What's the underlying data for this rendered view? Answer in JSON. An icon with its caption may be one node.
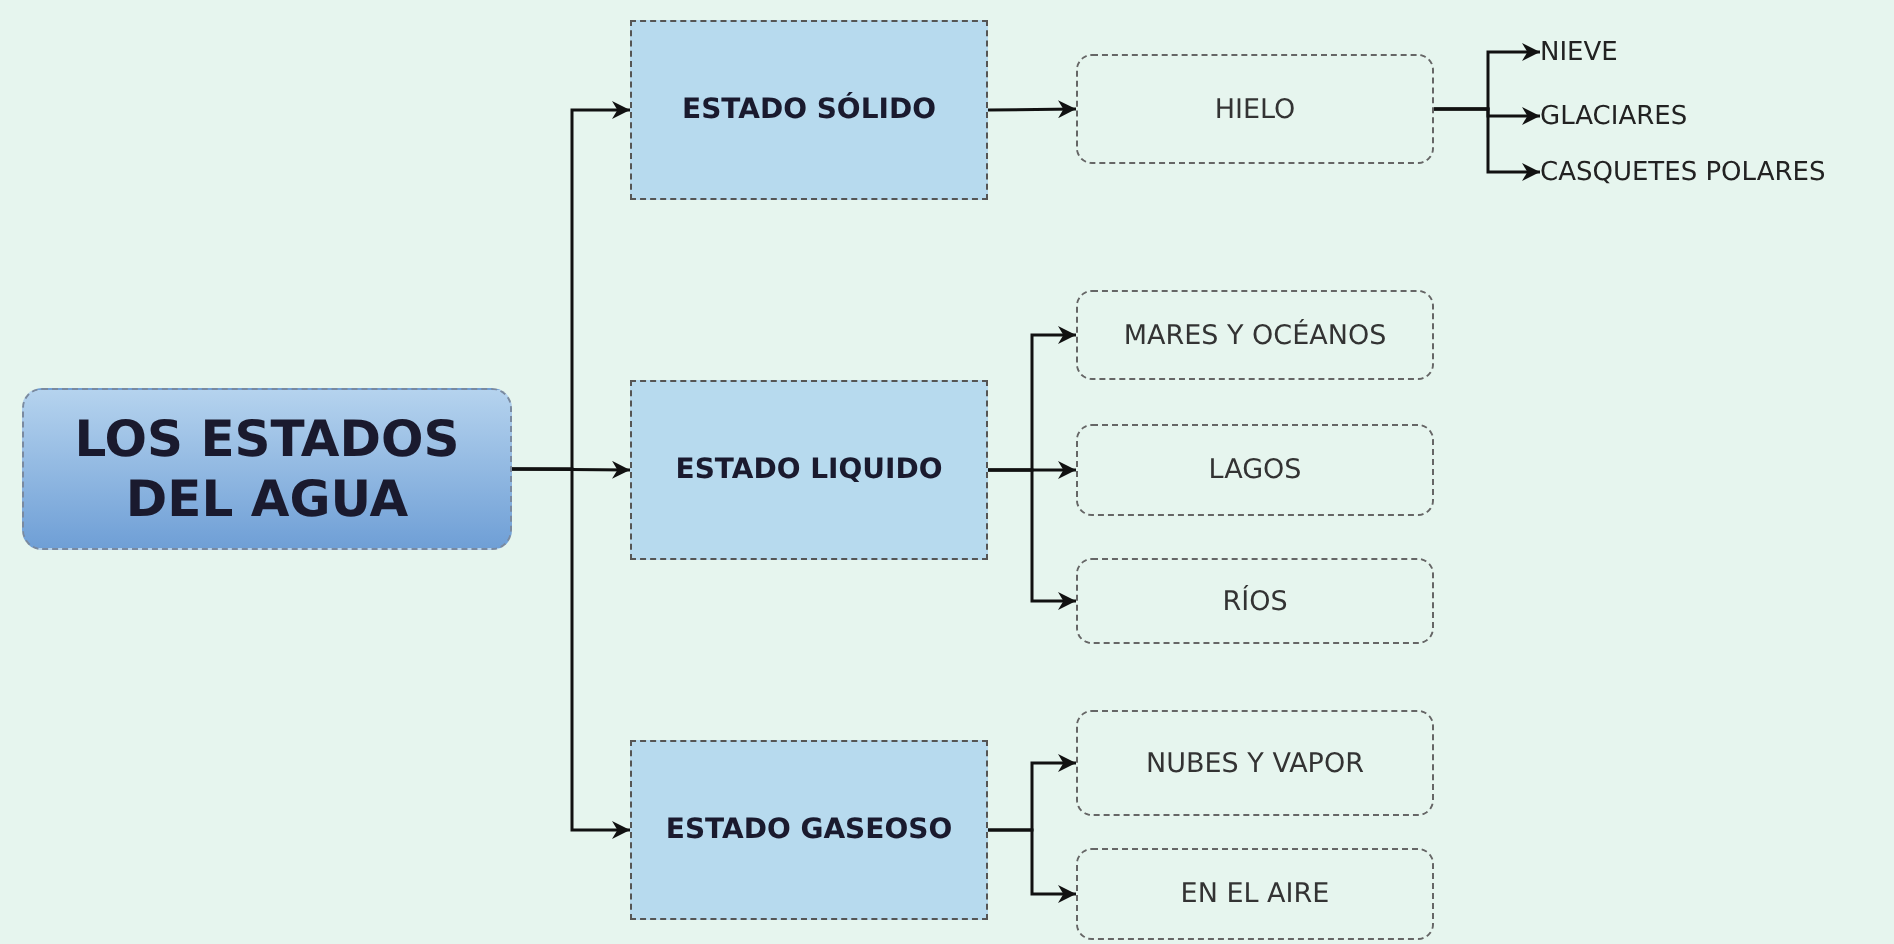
{
  "diagram": {
    "nodes": [
      {
        "text": [
          "LOS ESTADOS DEL AGUA"
        ]
      },
      {
        "text": [
          "ESTADO SÓLIDO"
        ]
      },
      {
        "text": [
          "HIELO"
        ]
      },
      {
        "text": [
          "NIEVE"
        ]
      },
      {
        "text": [
          "GLACIARES"
        ]
      },
      {
        "text": [
          "CASQUETES POLARES"
        ]
      },
      {
        "text": [
          "ESTADO LIQUIDO"
        ]
      },
      {
        "text": [
          "MARES Y OCÉANOS"
        ]
      },
      {
        "text": [
          "LAGOS"
        ]
      },
      {
        "text": [
          "RÍOS"
        ]
      },
      {
        "text": [
          "ESTADO GASEOSO"
        ]
      },
      {
        "text": [
          "NUBES Y VAPOR"
        ]
      },
      {
        "text": [
          "EN EL AIRE"
        ]
      }
    ],
    "edges": [
      {
        "from": 0,
        "to": 1,
        "arrow": "to"
      },
      {
        "from": 0,
        "to": 6,
        "arrow": "to"
      },
      {
        "from": 0,
        "to": 10,
        "arrow": "to"
      },
      {
        "from": 1,
        "to": 2,
        "arrow": "to"
      },
      {
        "from": 2,
        "to": 3,
        "arrow": "to"
      },
      {
        "from": 2,
        "to": 4,
        "arrow": "to"
      },
      {
        "from": 2,
        "to": 5,
        "arrow": "to"
      },
      {
        "from": 6,
        "to": 7,
        "arrow": "to"
      },
      {
        "from": 6,
        "to": 8,
        "arrow": "to"
      },
      {
        "from": 6,
        "to": 9,
        "arrow": "to"
      },
      {
        "from": 10,
        "to": 11,
        "arrow": "to"
      },
      {
        "from": 10,
        "to": 12,
        "arrow": "to"
      }
    ]
  }
}
